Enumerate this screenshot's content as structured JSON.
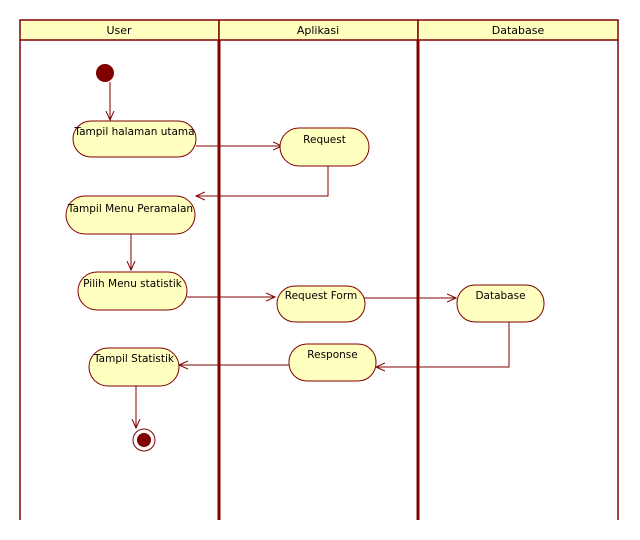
{
  "colors": {
    "header_fill": "#ffffc0",
    "node_fill": "#ffffc0",
    "stroke": "#800000",
    "dot": "#800000"
  },
  "swimlanes": [
    {
      "id": "user",
      "label": "User"
    },
    {
      "id": "aplikasi",
      "label": "Aplikasi"
    },
    {
      "id": "database",
      "label": "Database"
    }
  ],
  "activities": [
    {
      "id": "tampil-halaman-utama",
      "label": "Tampil halaman utama"
    },
    {
      "id": "request",
      "label": "Request"
    },
    {
      "id": "tampil-menu-peramalan",
      "label": "Tampil Menu Peramalan"
    },
    {
      "id": "pilih-menu-statistik",
      "label": "Pilih Menu statistik"
    },
    {
      "id": "request-form",
      "label": "Request Form"
    },
    {
      "id": "database",
      "label": "Database"
    },
    {
      "id": "response",
      "label": "Response"
    },
    {
      "id": "tampil-statistik",
      "label": "Tampil Statistik"
    }
  ]
}
